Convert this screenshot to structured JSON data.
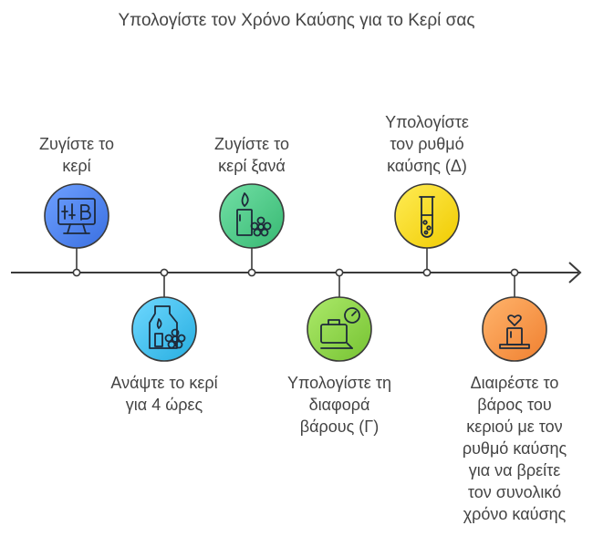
{
  "title": "Υπολογίστε τον Χρόνο Καύσης για το Κερί σας",
  "steps": [
    {
      "label": "Ζυγίστε το\nκερί",
      "icon": "scale-display-icon",
      "color": "#4f86f0",
      "position": "above"
    },
    {
      "label": "Ανάψτε το κερί\nγια 4 ώρες",
      "icon": "lit-candle-vase-icon",
      "color": "#3fc3ef",
      "position": "below"
    },
    {
      "label": "Ζυγίστε το\nκερί ξανά",
      "icon": "candle-flower-icon",
      "color": "#4fcf8a",
      "position": "above"
    },
    {
      "label": "Υπολογίστε τη\nδιαφορά\nβάρους (Γ)",
      "icon": "weighing-scale-icon",
      "color": "#8fd647",
      "position": "below"
    },
    {
      "label": "Υπολογίστε\nτον ρυθμό\nκαύσης (Δ)",
      "icon": "test-tube-icon",
      "color": "#f7dc1a",
      "position": "above"
    },
    {
      "label": "Διαιρέστε το\nβάρος του\nκεριού με τον\nρυθμό καύσης\nγια να βρείτε\nτον συνολικό\nχρόνο καύσης",
      "icon": "heart-candle-icon",
      "color": "#f89a48",
      "position": "below"
    }
  ]
}
